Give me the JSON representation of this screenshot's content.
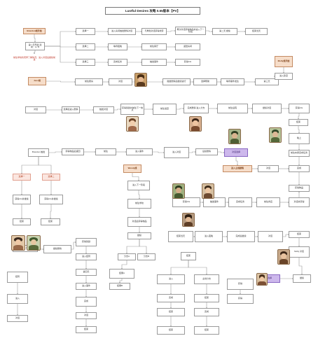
{
  "title": "Lustful Desires 攻略 0.65版本【PV】",
  "nodes": [
    {
      "id": "n1",
      "text": "Brandon线开始",
      "style": "orange"
    },
    {
      "id": "n2",
      "text": "第一天早晨 选项：A / B",
      "style": "default"
    },
    {
      "id": "n3",
      "text": "前往学校找老师了解情况，进入对话后继续前进",
      "style": "plain"
    },
    {
      "id": "n4",
      "text": "选择一",
      "style": "default"
    },
    {
      "id": "n5",
      "text": "选择二",
      "style": "default"
    },
    {
      "id": "n6",
      "text": "选择三",
      "style": "default"
    },
    {
      "id": "n7",
      "text": "进入房间触发剧情对话",
      "style": "default"
    },
    {
      "id": "n8",
      "text": "等待夜晚",
      "style": "default"
    },
    {
      "id": "n9",
      "text": "完成任务",
      "style": "default"
    },
    {
      "id": "n10",
      "text": "与角色对话获得线索",
      "style": "default"
    },
    {
      "id": "n11",
      "text": "前往客厅",
      "style": "default"
    },
    {
      "id": "n12",
      "text": "触发事件",
      "style": "default"
    },
    {
      "id": "n13",
      "text": "再次对话获得物品并进入下一阶段",
      "style": "default"
    },
    {
      "id": "n14",
      "text": "返回房间",
      "style": "default"
    },
    {
      "id": "n15",
      "text": "获得CG",
      "style": "default"
    },
    {
      "id": "n16",
      "text": "第二天 继续",
      "style": "default"
    },
    {
      "id": "n17",
      "text": "结束当天",
      "style": "default"
    },
    {
      "id": "n18",
      "text": "Jess线",
      "style": "orange"
    },
    {
      "id": "n19",
      "text": "前往厨房",
      "style": "default"
    },
    {
      "id": "n20",
      "text": "对话",
      "style": "default"
    },
    {
      "id": "n21",
      "text": "触发剧情后继续进行",
      "style": "default"
    },
    {
      "id": "n22",
      "text": "选择帮助",
      "style": "default"
    },
    {
      "id": "n23",
      "text": "等待事件发生",
      "style": "default"
    },
    {
      "id": "n24",
      "text": "第三天",
      "style": "default"
    },
    {
      "id": "n25",
      "text": "Molly线开始",
      "style": "orange"
    },
    {
      "id": "n26",
      "text": "进入卧室",
      "style": "default"
    },
    {
      "id": "n27",
      "text": "对话",
      "style": "default"
    },
    {
      "id": "n28",
      "text": "选择后进入剧情",
      "style": "default"
    },
    {
      "id": "n29",
      "text": "触发对话",
      "style": "default"
    },
    {
      "id": "n30",
      "text": "获得奖励并前往下一地点",
      "style": "default"
    },
    {
      "id": "n31",
      "text": "前往浴室",
      "style": "default"
    },
    {
      "id": "n32",
      "text": "完成剧情 进入分支",
      "style": "default"
    },
    {
      "id": "n33",
      "text": "前往后院",
      "style": "default"
    },
    {
      "id": "n34",
      "text": "继续对话",
      "style": "default"
    },
    {
      "id": "n35",
      "text": "获得CG",
      "style": "default"
    },
    {
      "id": "n36",
      "text": "结束",
      "style": "default"
    },
    {
      "id": "n37",
      "text": "晚上",
      "style": "default"
    },
    {
      "id": "n38",
      "text": "前往车库完成任务",
      "style": "default"
    },
    {
      "id": "n39",
      "text": "Brandon 触发",
      "style": "default"
    },
    {
      "id": "n40",
      "text": "获得物品后返回",
      "style": "default"
    },
    {
      "id": "n41",
      "text": "对话选择",
      "style": "purple"
    },
    {
      "id": "n42",
      "text": "前往",
      "style": "default"
    },
    {
      "id": "n43",
      "text": "进入事件",
      "style": "default"
    },
    {
      "id": "n44",
      "text": "Wendy线",
      "style": "orange"
    },
    {
      "id": "n45",
      "text": "进入对话",
      "style": "default"
    },
    {
      "id": "n46",
      "text": "后续剧情",
      "style": "default"
    },
    {
      "id": "n47",
      "text": "选择一",
      "style": "pink"
    },
    {
      "id": "n48",
      "text": "选择二",
      "style": "pink"
    },
    {
      "id": "n49",
      "text": "获得CG并继续",
      "style": "default"
    },
    {
      "id": "n50",
      "text": "获得CG并继续",
      "style": "default"
    },
    {
      "id": "n51",
      "text": "结束",
      "style": "default"
    },
    {
      "id": "n52",
      "text": "结束",
      "style": "default"
    },
    {
      "id": "n53",
      "text": "进入主线剧情",
      "style": "orange"
    },
    {
      "id": "n54",
      "text": "对话",
      "style": "default"
    },
    {
      "id": "n55",
      "text": "完成",
      "style": "default"
    },
    {
      "id": "n56",
      "text": "进入下一阶段",
      "style": "default"
    },
    {
      "id": "n57",
      "text": "前往学校",
      "style": "default"
    },
    {
      "id": "n58",
      "text": "对话后获得物品",
      "style": "default"
    },
    {
      "id": "n59",
      "text": "继续",
      "style": "default"
    },
    {
      "id": "n60",
      "text": "分支A",
      "style": "default"
    },
    {
      "id": "n61",
      "text": "分支B",
      "style": "default"
    },
    {
      "id": "n62",
      "text": "结果A",
      "style": "default"
    },
    {
      "id": "n63",
      "text": "结果B",
      "style": "default"
    },
    {
      "id": "n64",
      "text": "获得CG",
      "style": "default"
    },
    {
      "id": "n65",
      "text": "触发事件",
      "style": "default"
    },
    {
      "id": "n66",
      "text": "完成任务",
      "style": "default"
    },
    {
      "id": "n67",
      "text": "前往商店",
      "style": "default"
    },
    {
      "id": "n68",
      "text": "对话并获得",
      "style": "default"
    },
    {
      "id": "n69",
      "text": "获得物品",
      "style": "default"
    },
    {
      "id": "n70",
      "text": "结束当天",
      "style": "default"
    },
    {
      "id": "n71",
      "text": "进入夜晚",
      "style": "default"
    },
    {
      "id": "n72",
      "text": "完成后继续",
      "style": "default"
    },
    {
      "id": "n73",
      "text": "对话",
      "style": "default"
    },
    {
      "id": "n74",
      "text": "结束",
      "style": "default"
    },
    {
      "id": "n75",
      "text": "Molly 对话",
      "style": "default"
    },
    {
      "id": "n76",
      "text": "完成 CG",
      "style": "default"
    },
    {
      "id": "n77",
      "text": "继续剧情",
      "style": "default"
    },
    {
      "id": "n78",
      "text": "获得奖励",
      "style": "default"
    },
    {
      "id": "n79",
      "text": "进入结局",
      "style": "default"
    },
    {
      "id": "n80",
      "text": "第四天",
      "style": "default"
    },
    {
      "id": "n81",
      "text": "进入事件",
      "style": "default"
    },
    {
      "id": "n82",
      "text": "完成",
      "style": "default"
    },
    {
      "id": "n83",
      "text": "对话",
      "style": "default"
    },
    {
      "id": "n84",
      "text": "结束",
      "style": "default"
    },
    {
      "id": "n85",
      "text": "选择",
      "style": "purple"
    },
    {
      "id": "n86",
      "text": "继续",
      "style": "default"
    },
    {
      "id": "n87",
      "text": "结局",
      "style": "default"
    },
    {
      "id": "n88",
      "text": "进入",
      "style": "default"
    },
    {
      "id": "n89",
      "text": "对话",
      "style": "default"
    },
    {
      "id": "n90",
      "text": "结束",
      "style": "default"
    },
    {
      "id": "n91",
      "text": "进入",
      "style": "default"
    },
    {
      "id": "n92",
      "text": "主线分支",
      "style": "default"
    },
    {
      "id": "n93",
      "text": "获得",
      "style": "default"
    },
    {
      "id": "n94",
      "text": "完成",
      "style": "default"
    },
    {
      "id": "n95",
      "text": "结束",
      "style": "default"
    },
    {
      "id": "n96",
      "text": "获得",
      "style": "default"
    },
    {
      "id": "n97",
      "text": "结束",
      "style": "default"
    },
    {
      "id": "n98",
      "text": "完成",
      "style": "default"
    },
    {
      "id": "n99",
      "text": "结束",
      "style": "default"
    },
    {
      "id": "n100",
      "text": "结束",
      "style": "default"
    }
  ],
  "portraits": [
    {
      "id": "p1",
      "name": "portrait-1",
      "colors": {
        "bg": "#caa06a",
        "hair": "#4a2e14",
        "face": "#e6b992",
        "body": "#5a3a1e"
      }
    },
    {
      "id": "p2",
      "name": "portrait-2",
      "colors": {
        "bg": "#e2c8a8",
        "hair": "#3b2a1e",
        "face": "#f0c9a6",
        "body": "#9a6a4a"
      }
    },
    {
      "id": "p3",
      "name": "portrait-3",
      "colors": {
        "bg": "#c9d3b0",
        "hair": "#3f5a2e",
        "face": "#e7c7a1",
        "body": "#5a6b3a"
      }
    },
    {
      "id": "p4",
      "name": "portrait-4",
      "colors": {
        "bg": "#e9d8c0",
        "hair": "#6b4226",
        "face": "#f2cfae",
        "body": "#a0694a"
      }
    },
    {
      "id": "p5",
      "name": "portrait-5",
      "colors": {
        "bg": "#d8b090",
        "hair": "#3a2416",
        "face": "#eec3a0",
        "body": "#7a4a2e"
      }
    },
    {
      "id": "p6",
      "name": "portrait-6",
      "colors": {
        "bg": "#a7b58a",
        "hair": "#2f3f22",
        "face": "#d9b48f",
        "body": "#4e5e34"
      }
    },
    {
      "id": "p7",
      "name": "portrait-7",
      "colors": {
        "bg": "#b7c59a",
        "hair": "#33492a",
        "face": "#dcb896",
        "body": "#54683a"
      }
    },
    {
      "id": "p8",
      "name": "portrait-8",
      "colors": {
        "bg": "#9fb07e",
        "hair": "#2a3a1e",
        "face": "#d3ad88",
        "body": "#475a30"
      }
    },
    {
      "id": "p9",
      "name": "portrait-9",
      "colors": {
        "bg": "#d6bfa0",
        "hair": "#3c2a1a",
        "face": "#ecc6a2",
        "body": "#6e4a30"
      }
    },
    {
      "id": "p10",
      "name": "portrait-10",
      "colors": {
        "bg": "#b59a80",
        "hair": "#2e1e12",
        "face": "#e0b894",
        "body": "#5e3e26"
      }
    },
    {
      "id": "p11",
      "name": "portrait-11",
      "colors": {
        "bg": "#c7a98a",
        "hair": "#3e2818",
        "face": "#e8c29e",
        "body": "#6a4428"
      }
    },
    {
      "id": "p12",
      "name": "portrait-12",
      "colors": {
        "bg": "#dcc4a4",
        "hair": "#4a301c",
        "face": "#efc8a4",
        "body": "#7c5034"
      }
    }
  ],
  "colors": {
    "line": "#9a9a9a",
    "accent": "#c48b63"
  }
}
